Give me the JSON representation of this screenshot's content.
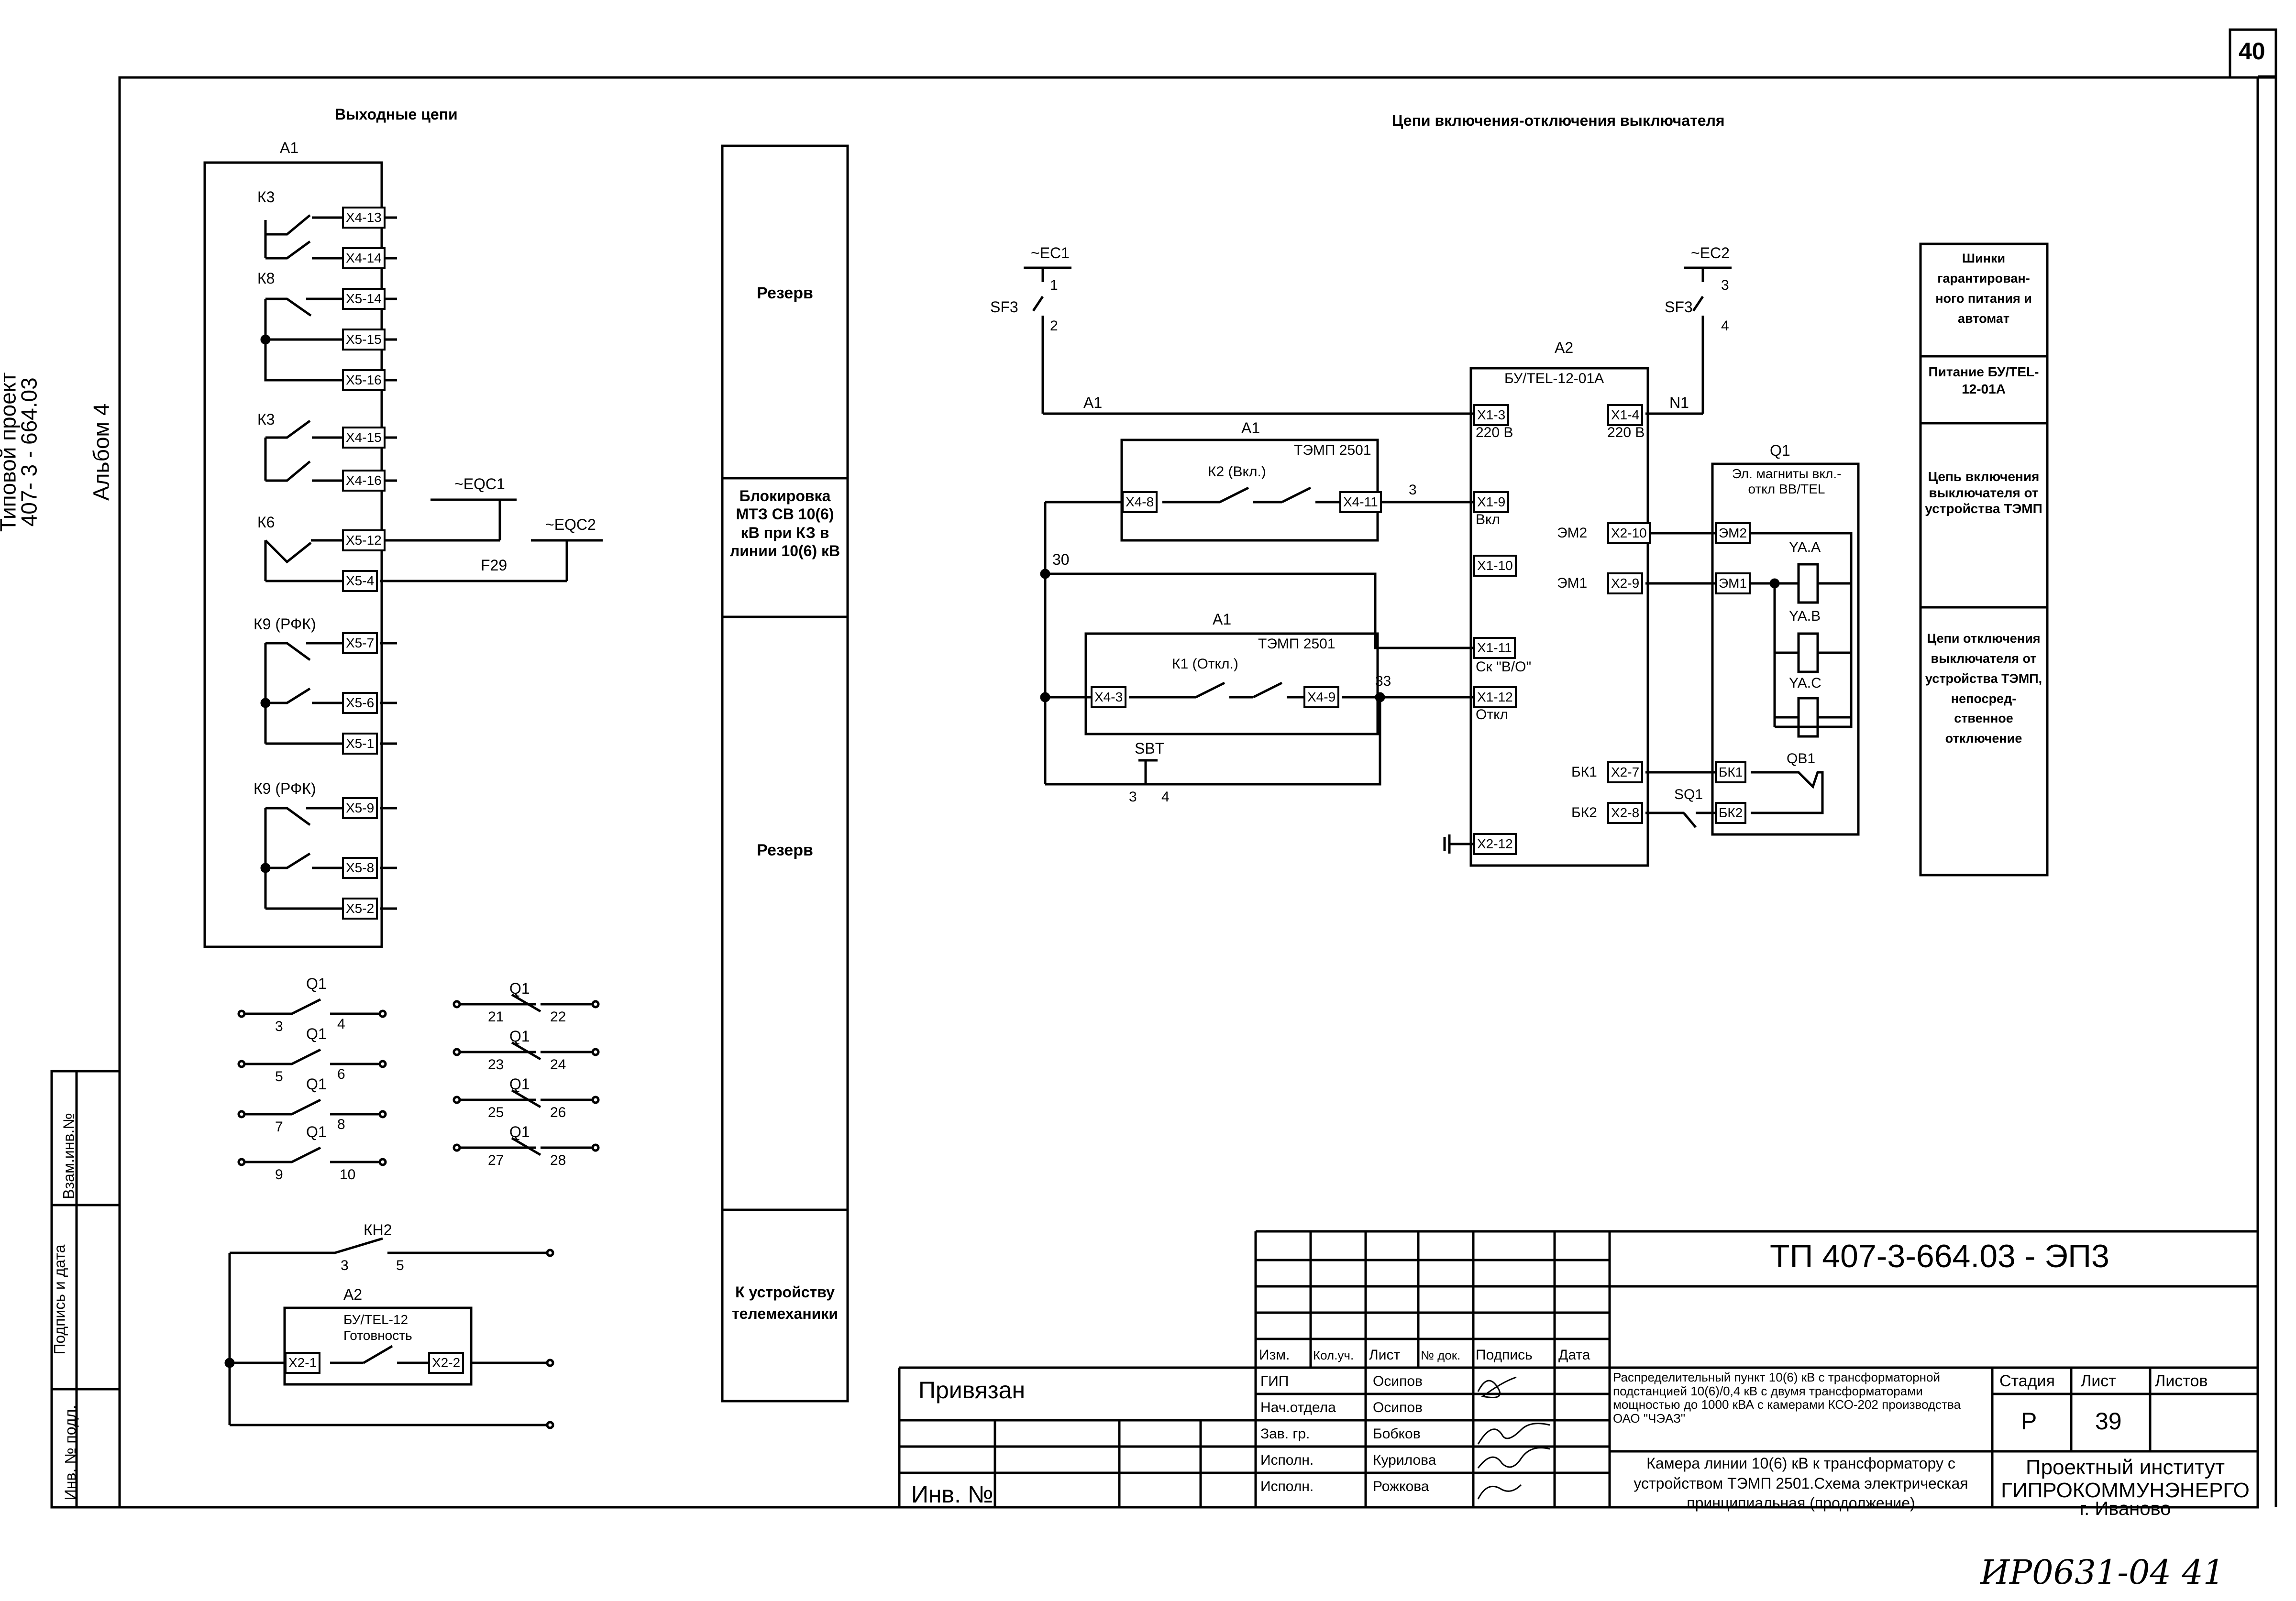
{
  "page_number": "40",
  "side_stamp": {
    "line1": "Типовой проект",
    "line2": "407- 3 - 664.03",
    "line3": "Альбом 4",
    "fields": [
      "Взам.инв.№",
      "Подпись и дата",
      "Инв. № подл."
    ]
  },
  "left_section": {
    "title": "Выходные цепи",
    "block": "A1",
    "contacts": [
      {
        "name": "К3",
        "terms": [
          "X4-13",
          "X4-14"
        ]
      },
      {
        "name": "К8",
        "terms": [
          "X5-14",
          "X5-15",
          "X5-16"
        ]
      },
      {
        "name": "К3",
        "terms": [
          "X4-15",
          "X4-16"
        ]
      },
      {
        "name": "К6",
        "terms": [
          "X5-12",
          "X5-4"
        ]
      },
      {
        "name": "К9 (РФК)",
        "terms": [
          "X5-7",
          "X5-6",
          "X5-1"
        ]
      },
      {
        "name": "К9 (РФК)",
        "terms": [
          "X5-9",
          "X5-8",
          "X5-2"
        ]
      }
    ],
    "bus_labels": [
      "~EQC1",
      "~EQC2",
      "F29"
    ],
    "q1_no": [
      {
        "l": "3",
        "r": "4"
      },
      {
        "l": "5",
        "r": "6"
      },
      {
        "l": "7",
        "r": "8"
      },
      {
        "l": "9",
        "r": "10"
      }
    ],
    "q1_nc": [
      {
        "l": "21",
        "r": "22"
      },
      {
        "l": "23",
        "r": "24"
      },
      {
        "l": "25",
        "r": "26"
      },
      {
        "l": "27",
        "r": "28"
      }
    ],
    "q1_label": "Q1",
    "kh2": {
      "name": "КН2",
      "l": "3",
      "r": "5",
      "block": "A2",
      "device": "БУ/TEL-12",
      "state": "Готовность",
      "t1": "X2-1",
      "t2": "X2-2"
    }
  },
  "middle_column": [
    "Резерв",
    "Блокировка МТЗ СВ 10(6) кВ при КЗ в линии 10(6) кВ",
    "Резерв",
    "К устройству телемеханики"
  ],
  "right_section": {
    "title": "Цепи включения-отключения выключателя",
    "ec1": "~EC1",
    "ec2": "~EC2",
    "sf3": "SF3",
    "sf3_pins": [
      "1",
      "2",
      "3",
      "4"
    ],
    "a1_label": "A1",
    "n1_label": "N1",
    "a2": {
      "name": "A2",
      "device": "БУ/TEL-12-01A",
      "terms_left": [
        "X1-3",
        "X1-9",
        "X1-10",
        "X1-11",
        "X1-12",
        "X2-12"
      ],
      "sub_left": [
        "220 В",
        "Вкл",
        "Ск \"В/О\"",
        "Откл"
      ],
      "terms_right": [
        "X1-4",
        "X2-10",
        "X2-9",
        "X2-7",
        "X2-8"
      ],
      "sub_right": [
        "220 В"
      ],
      "labels_right": [
        "ЭМ2",
        "ЭМ1",
        "БК1",
        "БК2"
      ]
    },
    "k2": {
      "block": "A1",
      "device": "ТЭМП 2501",
      "name": "К2 (Вкл.)",
      "t1": "X4-8",
      "t2": "X4-11",
      "wire": "3"
    },
    "k1": {
      "block": "A1",
      "device": "ТЭМП 2501",
      "name": "К1 (Откл.)",
      "t1": "X4-3",
      "t2": "X4-9",
      "wire": "33"
    },
    "node30": "30",
    "sbt": {
      "name": "SBT",
      "l": "3",
      "r": "4"
    },
    "q1": {
      "name": "Q1",
      "desc": "Эл. магниты вкл.-откл ВВ/TEL",
      "terms": [
        "ЭМ2",
        "ЭМ1",
        "БК1",
        "БК2"
      ],
      "coils": [
        "YA.A",
        "YA.B",
        "YA.C"
      ],
      "qb1": "QB1",
      "sq1": "SQ1"
    }
  },
  "legend": [
    "Шинки гарантирован- ного питания и автомат",
    "Питание БУ/TEL-12-01A",
    "Цепь включения выключателя от устройства ТЭМП",
    "Цепи отключения выключателя от устройства ТЭМП, непосред- ственное отключение"
  ],
  "title_block": {
    "doc_code": "ТП 407-3-664.03 - ЭП3",
    "privyazan": "Привязан",
    "inv": "Инв. №",
    "headers": [
      "Изм.",
      "Кол.уч.",
      "Лист",
      "№ док.",
      "Подпись",
      "Дата"
    ],
    "roles": [
      "ГИП",
      "Нач.отдела",
      "Зав. гр.",
      "Исполн.",
      "Исполн."
    ],
    "names": [
      "Осипов",
      "Осипов",
      "Бобков",
      "Курилова",
      "Рожкова"
    ],
    "project_desc": "Распределительный пункт 10(6) кВ с трансформаторной подстанцией 10(6)/0,4 кВ с двумя трансформаторами мощностью до 1000 кВА с камерами КСО-202 производства ОАО \"ЧЭАЗ\"",
    "sheet_desc": "Камера линии 10(6) кВ к трансформатору с устройством ТЭМП 2501.Схема электрическая принципиальная (продолжение)",
    "stage_label": "Стадия",
    "sheet_label": "Лист",
    "sheets_label": "Листов",
    "stage": "Р",
    "sheet": "39",
    "org_line1": "Проектный институт",
    "org_line2": "ГИПРОКОММУНЭНЕРГО",
    "org_line3": "г. Иваново"
  },
  "handwritten_footer": "ИР0631-04 41"
}
